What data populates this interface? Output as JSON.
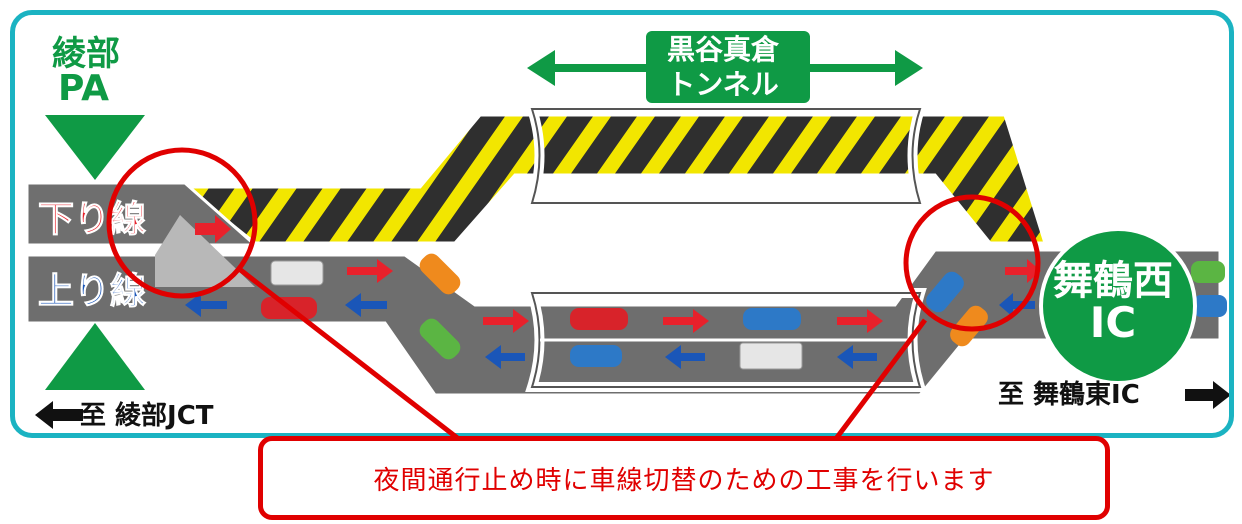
{
  "pa": {
    "name": "綾部",
    "code": "PA"
  },
  "tunnel": {
    "name_line1": "黒谷真倉",
    "name_line2": "トンネル"
  },
  "lanes": {
    "down": "下り線",
    "up": "上り線"
  },
  "interchange": {
    "name": "舞鶴西",
    "code": "IC"
  },
  "directions": {
    "left": "至 綾部JCT",
    "right": "至 舞鶴東IC"
  },
  "callout": {
    "text": "夜間通行止め時に車線切替のための工事を行います"
  },
  "colors": {
    "frame": "#1bb3c2",
    "green": "#0f9a45",
    "road": "#6e6e6e",
    "hazard_yellow": "#f2e600",
    "red": "#e00000",
    "down_arrow": "#e8212b",
    "up_arrow": "#1a56b8"
  },
  "icons": {
    "down_arrow": "arrow-right-icon",
    "up_arrow": "arrow-left-icon"
  }
}
